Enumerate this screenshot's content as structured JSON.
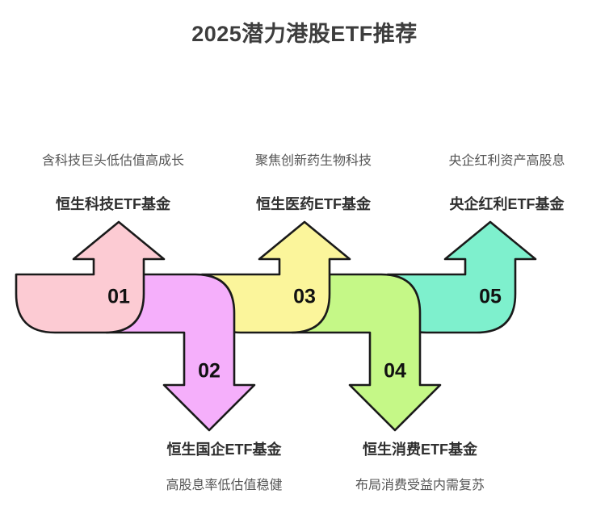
{
  "header": {
    "title": "2025潜力港股ETF推荐"
  },
  "chart_data": {
    "type": "diagram",
    "title": "2025潜力港股ETF推荐",
    "layout": "zigzag-arrow-process",
    "steps": [
      {
        "number": "01",
        "name": "恒生科技ETF基金",
        "description": "含科技巨头低估值高成长",
        "color": "#FCCBD3",
        "direction": "up"
      },
      {
        "number": "02",
        "name": "恒生国企ETF基金",
        "description": "高股息率低估值稳健",
        "color": "#F5AFFB",
        "direction": "down"
      },
      {
        "number": "03",
        "name": "恒生医药ETF基金",
        "description": "聚焦创新药生物科技",
        "color": "#FBF59B",
        "direction": "up"
      },
      {
        "number": "04",
        "name": "恒生消费ETF基金",
        "description": "布局消费受益内需复苏",
        "color": "#C5F887",
        "direction": "down"
      },
      {
        "number": "05",
        "name": "央企红利ETF基金",
        "description": "央企红利资产高股息",
        "color": "#7EF0CD",
        "direction": "up"
      }
    ],
    "outline_color": "#1a1a1a",
    "title_color": "#3d3d3d",
    "description_color": "#555555",
    "background": "#ffffff"
  }
}
